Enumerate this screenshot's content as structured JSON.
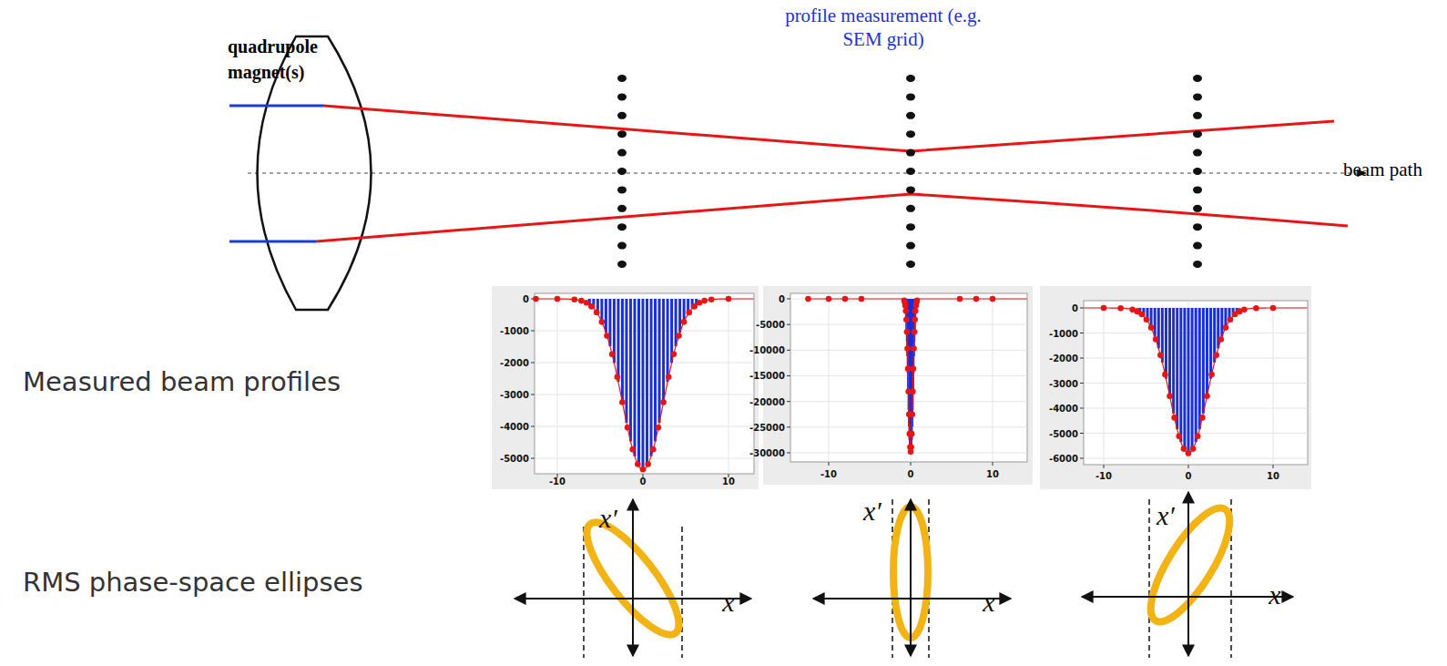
{
  "diagram": {
    "labels": [
      "quadrupole magnet(s)",
      "profile measurement (e.g. SEM grid)",
      "beam path",
      "Measured beam profiles",
      "RMS phase-space ellipses",
      "0",
      "-1000",
      "-2000",
      "-3000",
      "-4000",
      "-5000",
      "-10",
      "0",
      "10",
      "0",
      "-5000",
      "-10000",
      "-15000",
      "-20000",
      "-25000",
      "-30000",
      "-10",
      "0",
      "10",
      "0",
      "-1000",
      "-2000",
      "-3000",
      "-4000",
      "-5000",
      "-6000",
      "-10",
      "0",
      "10",
      "x′",
      "x",
      "x′",
      "x",
      "x′",
      "x"
    ]
  }
}
